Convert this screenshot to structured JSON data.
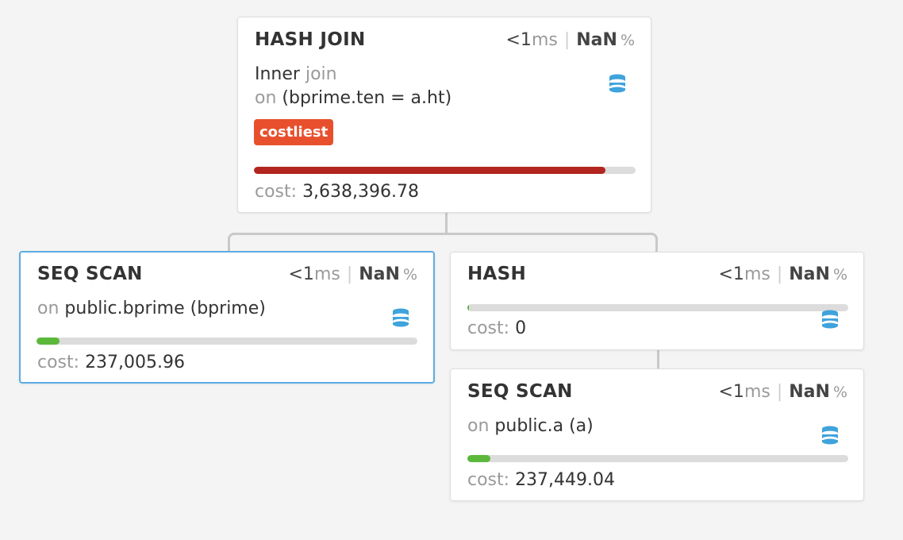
{
  "nodes": {
    "hash_join": {
      "title": "HASH JOIN",
      "time": {
        "lt": "<1",
        "unit": "ms"
      },
      "percent": {
        "value": "NaN",
        "symbol": "%"
      },
      "join_type": "Inner",
      "join_word": "join",
      "on_word": "on",
      "condition": "(bprime.ten = a.ht)",
      "badge": "costliest",
      "cost_label": "cost:",
      "cost_value": "3,638,396.78",
      "cost_fraction": 0.92
    },
    "seq_scan_bprime": {
      "title": "SEQ SCAN",
      "time": {
        "lt": "<1",
        "unit": "ms"
      },
      "percent": {
        "value": "NaN",
        "symbol": "%"
      },
      "on_word": "on",
      "relation": "public.bprime (bprime)",
      "cost_label": "cost:",
      "cost_value": "237,005.96",
      "cost_fraction": 0.06,
      "selected": true
    },
    "hash": {
      "title": "HASH",
      "time": {
        "lt": "<1",
        "unit": "ms"
      },
      "percent": {
        "value": "NaN",
        "symbol": "%"
      },
      "cost_label": "cost:",
      "cost_value": "0",
      "cost_fraction": 0.004
    },
    "seq_scan_a": {
      "title": "SEQ SCAN",
      "time": {
        "lt": "<1",
        "unit": "ms"
      },
      "percent": {
        "value": "NaN",
        "symbol": "%"
      },
      "on_word": "on",
      "relation": "public.a (a)",
      "cost_label": "cost:",
      "cost_value": "237,449.04",
      "cost_fraction": 0.06
    }
  },
  "colors": {
    "background": "#f4f4f4",
    "selected_border": "#5dade2",
    "costliest_badge": "#e8502d",
    "bar_red": "#b3251f",
    "bar_green": "#5cb83b",
    "db_icon": "#3fa3dc"
  },
  "icons": {
    "node_type": "database-icon"
  }
}
